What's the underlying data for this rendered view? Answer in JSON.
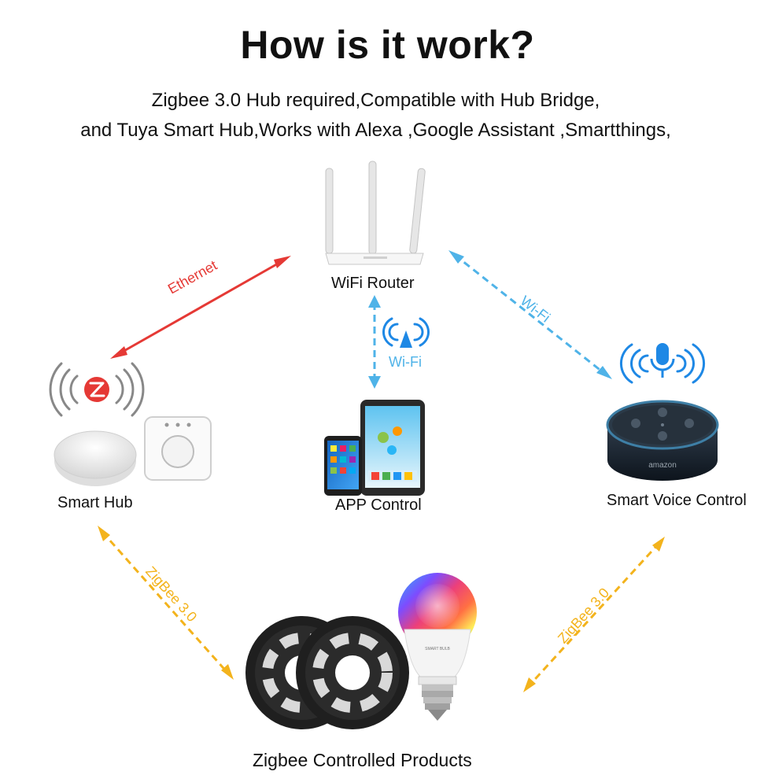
{
  "title": "How is it work?",
  "subtitle_line1": "Zigbee 3.0 Hub required,Compatible with Hub Bridge,",
  "subtitle_line2": "and Tuya Smart Hub,Works with Alexa ,Google Assistant ,Smartthings,",
  "nodes": {
    "router": "WiFi Router",
    "hub": "Smart Hub",
    "app": "APP Control",
    "voice": "Smart Voice Control",
    "products": "Zigbee Controlled Products"
  },
  "connections": {
    "ethernet": "Ethernet",
    "wifi_app": "Wi-Fi",
    "wifi_voice": "Wi-Fi",
    "zigbee_left": "ZigBee 3.0",
    "zigbee_right": "ZigBee 3.0"
  },
  "device_text": {
    "amazon": "amazon",
    "bulb": "SMART BULB"
  },
  "colors": {
    "ethernet": "#e53935",
    "wifi": "#4fb3e8",
    "zigbee": "#f3b31c",
    "zigbee_logo": "#e53935"
  }
}
